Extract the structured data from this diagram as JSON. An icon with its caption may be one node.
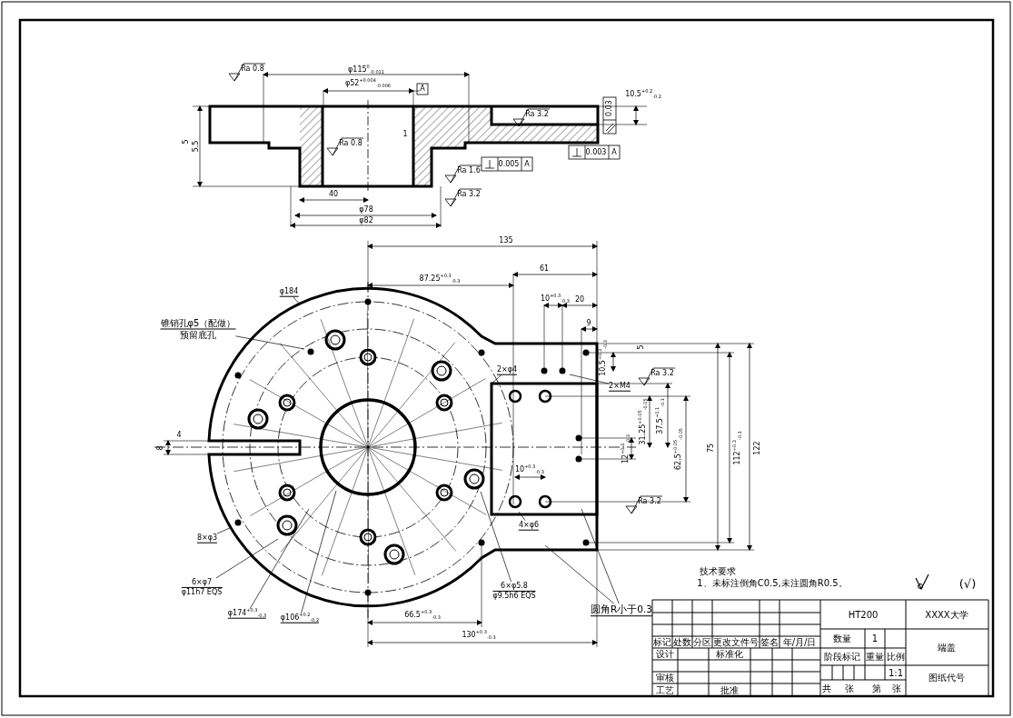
{
  "diagram": {
    "nodes": [
      {
        "text": [
          "锥销孔φ5（配做）",
          "预留底孔"
        ]
      },
      {
        "text": [
          "8×φ3"
        ]
      },
      {
        "text": [
          "6×φ7",
          "φ11h7 EQS"
        ]
      },
      {
        "text": [
          "φ174$^{+0.3}$$_{-0.3}$"
        ]
      },
      {
        "text": [
          "φ106$^{+0.2}$$_{-0.2}$"
        ]
      },
      {
        "text": [
          "6×φ5.8",
          "φ9.5h6 EQS"
        ]
      },
      {
        "text": [
          "4×φ6"
        ]
      },
      {
        "text": [
          "2×φ4"
        ]
      },
      {
        "text": [
          "2×M4"
        ]
      },
      {
        "text": [
          "φ184"
        ]
      },
      {
        "text": [
          "圆角R小于0.3"
        ]
      }
    ],
    "edges": [
      {
        "from": 0,
        "to": null,
        "arrow": "none"
      },
      {
        "from": 1,
        "to": null,
        "arrow": "none"
      },
      {
        "from": 2,
        "to": null,
        "arrow": "none"
      },
      {
        "from": 3,
        "to": null,
        "arrow": "none"
      },
      {
        "from": 4,
        "to": null,
        "arrow": "none"
      },
      {
        "from": 5,
        "to": null,
        "arrow": "none"
      },
      {
        "from": 6,
        "to": null,
        "arrow": "none"
      },
      {
        "from": 7,
        "to": null,
        "arrow": "none"
      },
      {
        "from": 8,
        "to": null,
        "arrow": "none"
      },
      {
        "from": 9,
        "to": null,
        "arrow": "none"
      },
      {
        "from": 10,
        "to": null,
        "arrow": "none"
      },
      {
        "from": 10,
        "to": null,
        "arrow": "none"
      }
    ],
    "labels": [
      "Ra 0.8",
      "φ115$^{0}$$_{-0.011}$",
      "φ52$^{+0.004}$$_{-0.006}$",
      "A",
      "10.5$^{+0.2}$$_{-0.2}$",
      "0.03",
      "Ra 3.2",
      "1",
      "5",
      "5.5",
      "Ra 0.8",
      "0.003",
      "A",
      "0.005",
      "A",
      "Ra 1.6",
      "40",
      "Ra 3.2",
      "φ78",
      "φ82",
      "135",
      "87.25$^{+0.3}$$_{-0.3}$",
      "61",
      "10$^{+0.3}$$_{-0.3}$",
      "20",
      "9",
      "5",
      "10.5$^{+0.3}$$_{-0.3}$",
      "Ra 3.2",
      "31.25$^{+0.05}$$_{-0.05}$",
      "37.5$^{+0.1}$$_{-0.1}$",
      "4",
      "8",
      "12$^{+0.3}$$_{-0.3}$",
      "62.5$^{+0.05}$$_{-0.05}$",
      "75",
      "112$^{+0.3}$$_{-0.3}$",
      "122",
      "10$^{+0.3}$$_{-0.3}$",
      "Ra 3.2",
      "66.5$^{+0.3}$$_{-0.3}$",
      "130$^{+0.3}$$_{-0.3}$",
      "技术要求",
      "1、未标注倒角C0.5,未注圆角R0.5。",
      "(√)",
      "HT200",
      "XXXX大学",
      "标记",
      "处数",
      "分区",
      "更改文件号",
      "签名",
      "年/月/日",
      "数量",
      "1",
      "端盖",
      "设计",
      "标准化",
      "阶段标记",
      "重量",
      "比例",
      "1:1",
      "审核",
      "图纸代号",
      "工艺",
      "批准",
      "共",
      "张",
      "第",
      "张"
    ]
  }
}
